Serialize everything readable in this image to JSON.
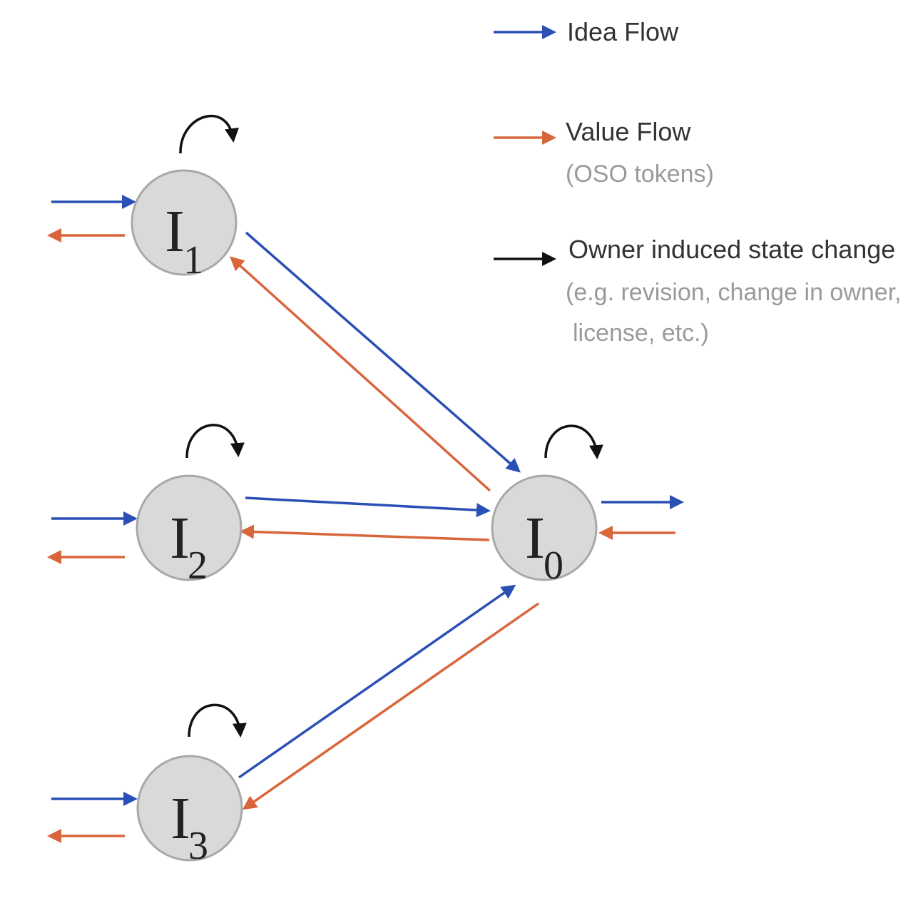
{
  "colors": {
    "idea": "#2a4fb5",
    "value": "#d9653b",
    "owner": "#111111"
  },
  "nodes": [
    {
      "id": "I1",
      "letter": "I",
      "sub": "1"
    },
    {
      "id": "I2",
      "letter": "I",
      "sub": "2"
    },
    {
      "id": "I3",
      "letter": "I",
      "sub": "3"
    },
    {
      "id": "I0",
      "letter": "I",
      "sub": "0"
    }
  ],
  "legend": {
    "idea": {
      "title": "Idea Flow"
    },
    "value": {
      "title": "Value Flow",
      "sub1": "(OSO tokens)"
    },
    "owner": {
      "title": "Owner induced state change",
      "sub1": "(e.g. revision, change in owner,",
      "sub2": "license, etc.)"
    }
  }
}
